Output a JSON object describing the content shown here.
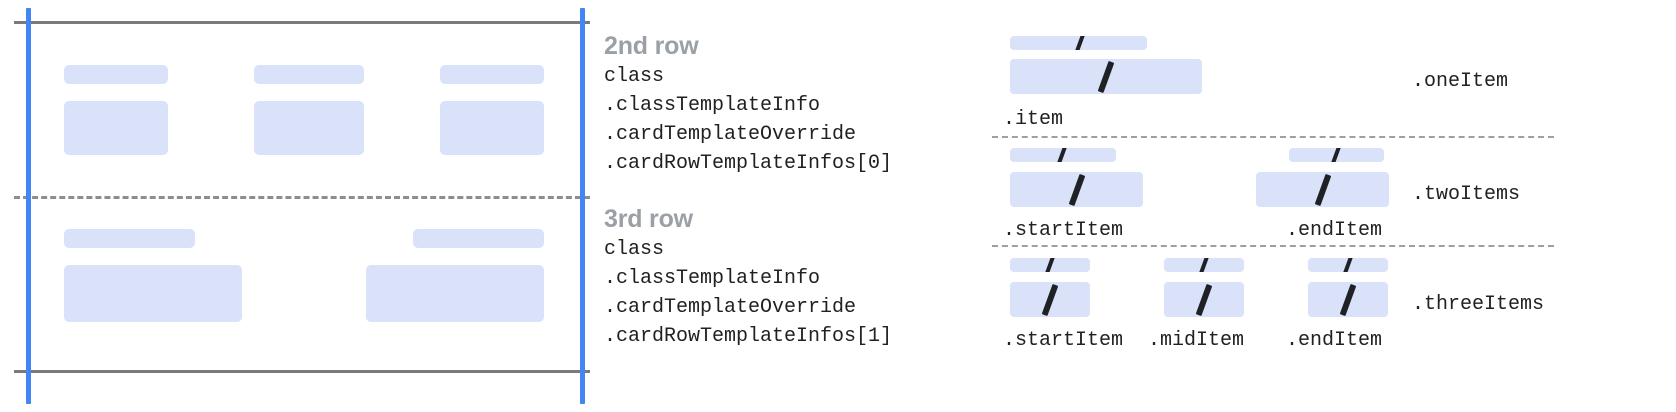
{
  "diagram": {
    "title_hidden": "",
    "colors": {
      "fill": "#dae2f9",
      "guide": "#4285f4",
      "rule": "#7a7a7a",
      "dash": "#8d8d8d",
      "text": "#202124",
      "heading": "#9aa0a6"
    }
  },
  "card_preview": {
    "rows": [
      {
        "name": "row-1",
        "cells": [
          {
            "title_w": 104,
            "body_w": 104,
            "body_h": 64
          },
          {
            "title_w": 110,
            "body_w": 110,
            "body_h": 64
          },
          {
            "title_w": 104,
            "body_w": 104,
            "body_h": 64
          }
        ]
      },
      {
        "name": "row-2",
        "cells": [
          {
            "title_w": 131,
            "body_w": 178,
            "body_h": 62
          },
          {
            "title_w": 131,
            "body_w": 178,
            "body_h": 62
          }
        ]
      }
    ]
  },
  "annotations": [
    {
      "heading": "2nd row",
      "lines": [
        "class",
        ".classTemplateInfo",
        ".cardTemplateOverride",
        ".cardRowTemplateInfos[0]"
      ]
    },
    {
      "heading": "3rd row",
      "lines": [
        "class",
        ".classTemplateInfo",
        ".cardTemplateOverride",
        ".cardRowTemplateInfos[1]"
      ]
    }
  ],
  "layout_legend": [
    {
      "name": "one-item",
      "right_label": ".oneItem",
      "items": [
        {
          "label": ".item",
          "top_w": 137,
          "body_w": 192
        }
      ]
    },
    {
      "name": "two-items",
      "right_label": ".twoItems",
      "items": [
        {
          "label": ".startItem",
          "top_w": 106,
          "body_w": 133
        },
        {
          "label": ".endItem",
          "top_w": 95,
          "body_w": 133
        }
      ]
    },
    {
      "name": "three-items",
      "right_label": ".threeItems",
      "items": [
        {
          "label": ".startItem",
          "top_w": 80,
          "body_w": 80
        },
        {
          "label": ".midItem",
          "top_w": 80,
          "body_w": 80
        },
        {
          "label": ".endItem",
          "top_w": 80,
          "body_w": 80
        }
      ]
    }
  ]
}
